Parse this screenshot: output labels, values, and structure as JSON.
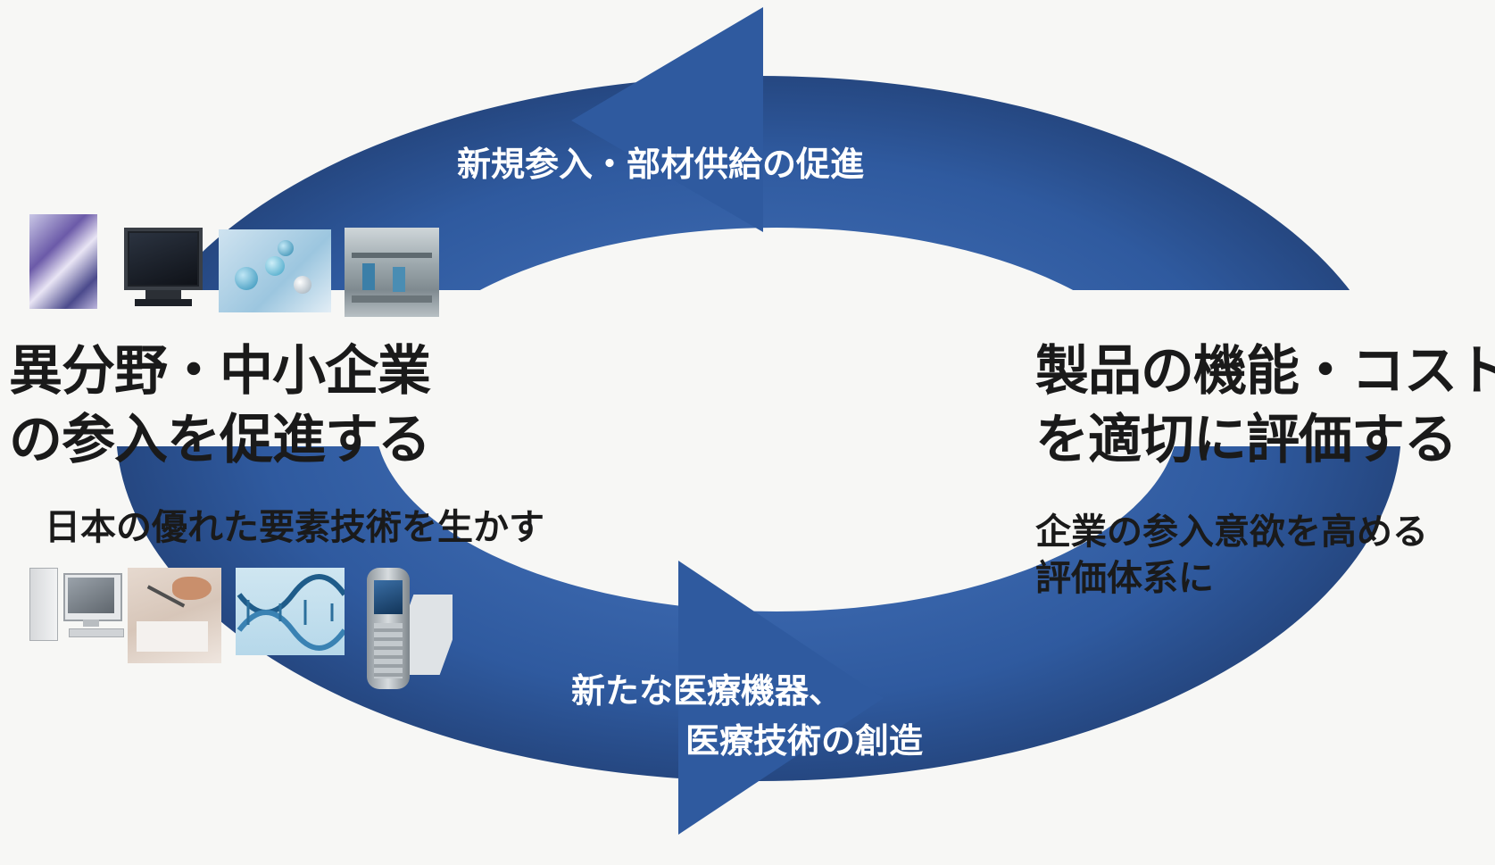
{
  "top_arrow_label": "新規参入・部材供給の促進",
  "bottom_arrow_label": [
    "新たな医療機器、",
    "医療技術の創造"
  ],
  "left_heading": [
    "異分野・中小企業",
    "の参入を促進する"
  ],
  "left_subtext": "日本の優れた要素技術を生かす",
  "right_heading": [
    "製品の機能・コスト",
    "を適切に評価する"
  ],
  "right_subtext": [
    "企業の参入意欲を高める",
    "評価体系に"
  ],
  "colors": {
    "cycle_blue": "#2f5a9f",
    "cycle_blue_dark": "#213f74",
    "text_dark": "#1a1a1a",
    "background": "#f7f7f5"
  },
  "images": {
    "top_row": [
      "components-photo",
      "flat-panel-monitor",
      "molecule-image",
      "factory-photo"
    ],
    "bottom_row": [
      "desktop-computer",
      "hands-writing-photo",
      "dna-helix-image",
      "mobile-phone"
    ]
  }
}
